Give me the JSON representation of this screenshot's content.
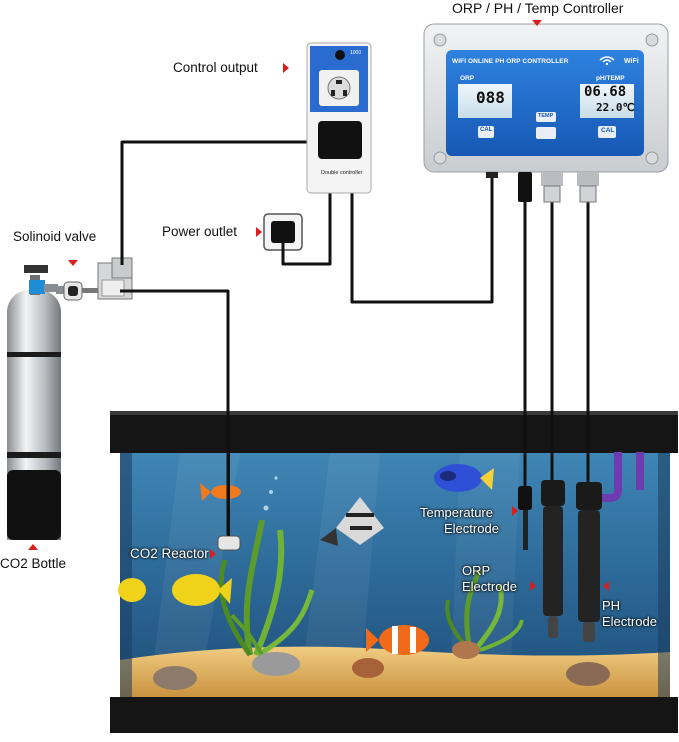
{
  "labels": {
    "controller_title": "ORP / PH / Temp Controller",
    "control_output": "Control output",
    "power_outlet": "Power outlet",
    "solenoid_valve": "Solinoid valve",
    "co2_bottle": "CO2 Bottle",
    "co2_reactor": "CO2 Reactor",
    "temperature_electrode_1": "Temperature",
    "temperature_electrode_2": "Electrode",
    "orp_electrode_1": "ORP",
    "orp_electrode_2": "Electrode",
    "ph_electrode_1": "PH",
    "ph_electrode_2": "Electrode"
  },
  "controller": {
    "brand_line": "WIFI ONLINE PH ORP CONTROLLER",
    "wifi_text": "WiFi",
    "orp_label": "ORP",
    "orp_value": "088",
    "ph_label": "pH/TEMP",
    "ph_value": "06.68",
    "temp_value": "22.0℃",
    "cal_left": "CAL",
    "cal_right": "CAL",
    "temp_btn": "TEMP"
  },
  "power_strip": {
    "caption": "Double controller",
    "top_text": "1000"
  },
  "colors": {
    "accent_red": "#d81e1e",
    "controller_blue": "#1f6fd1",
    "cable": "#111111",
    "water": "#2b6e9e",
    "sand": "#e2b66a"
  },
  "icons": [
    "wifi-icon",
    "socket-icon",
    "arrow-marker-icon"
  ]
}
